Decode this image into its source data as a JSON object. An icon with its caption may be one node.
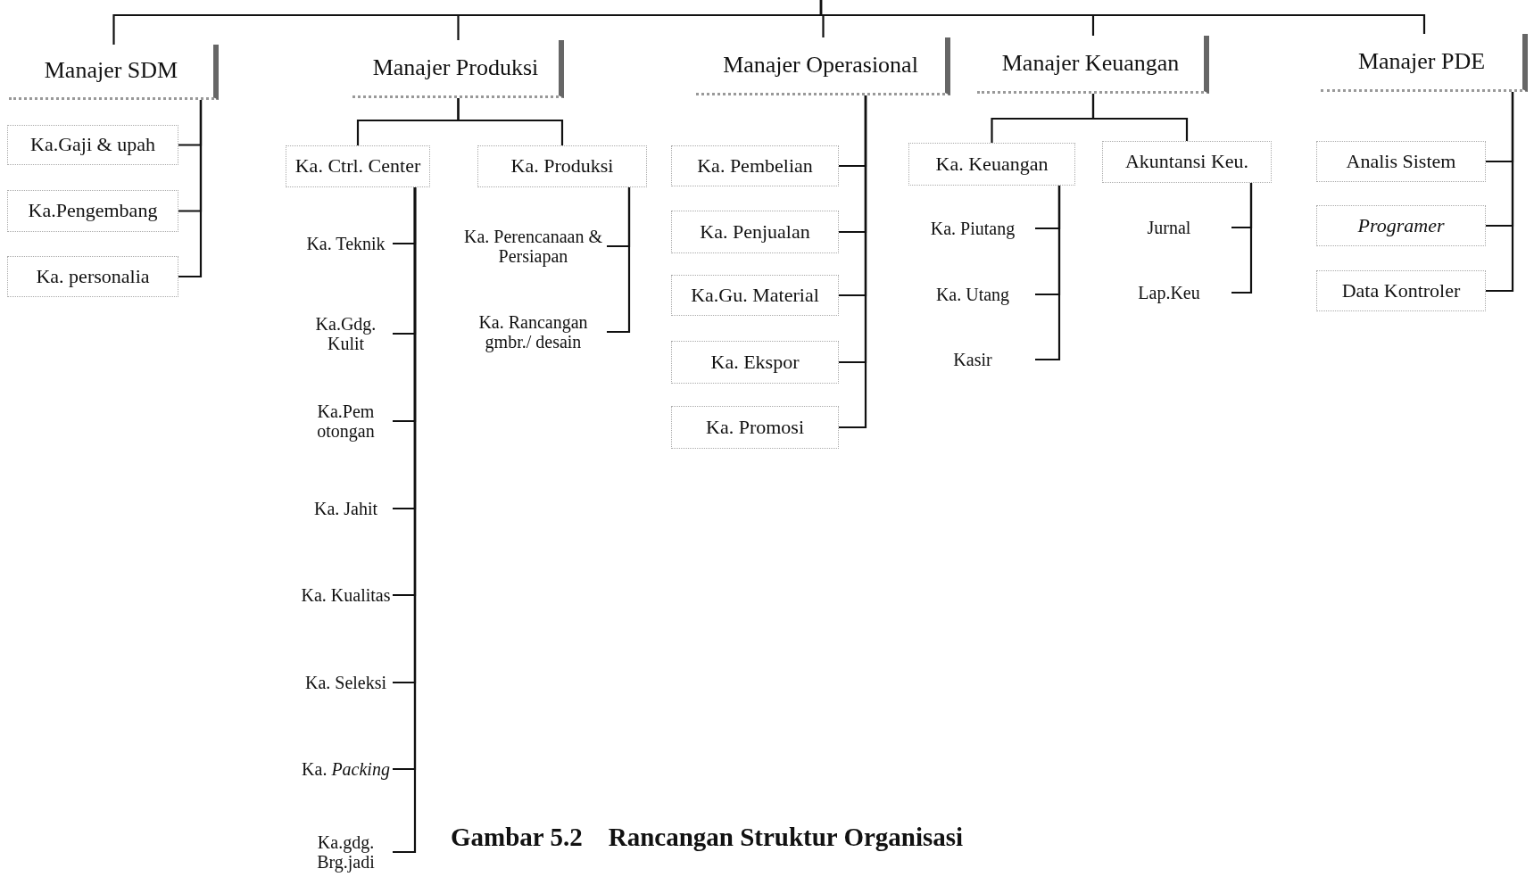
{
  "diagram": {
    "caption": "Gambar 5.2    Rancangan Struktur Organisasi",
    "nodes": [
      {
        "text": [
          "Manajer SDM"
        ]
      },
      {
        "text": [
          "Manajer Produksi"
        ]
      },
      {
        "text": [
          "Manajer Operasional"
        ]
      },
      {
        "text": [
          "Manajer Keuangan"
        ]
      },
      {
        "text": [
          "Manajer PDE"
        ]
      },
      {
        "text": [
          "Ka.Gaji & upah"
        ]
      },
      {
        "text": [
          "Ka.Pengembang"
        ]
      },
      {
        "text": [
          "Ka. personalia"
        ]
      },
      {
        "text": [
          "Ka. Ctrl. Center"
        ]
      },
      {
        "text": [
          "Ka. Produksi"
        ]
      },
      {
        "text": [
          "Ka. Teknik"
        ]
      },
      {
        "text": [
          "Ka.Gdg. Kulit"
        ]
      },
      {
        "text": [
          "Ka.Pem otongan"
        ]
      },
      {
        "text": [
          "Ka. Jahit"
        ]
      },
      {
        "text": [
          "Ka. Kualitas"
        ]
      },
      {
        "text": [
          "Ka. Seleksi"
        ]
      },
      {
        "text": [
          "Ka. *Packing*"
        ]
      },
      {
        "text": [
          "Ka.gdg. Brg.jadi"
        ]
      },
      {
        "text": [
          "Ka. Perencanaan & Persiapan"
        ]
      },
      {
        "text": [
          "Ka. Rancangan gmbr./ desain"
        ]
      },
      {
        "text": [
          "Ka. Pembelian"
        ]
      },
      {
        "text": [
          "Ka. Penjualan"
        ]
      },
      {
        "text": [
          "Ka.Gu. Material"
        ]
      },
      {
        "text": [
          "Ka. Ekspor"
        ]
      },
      {
        "text": [
          "Ka. Promosi"
        ]
      },
      {
        "text": [
          "Ka. Keuangan"
        ]
      },
      {
        "text": [
          "Akuntansi Keu."
        ]
      },
      {
        "text": [
          "Ka. Piutang"
        ]
      },
      {
        "text": [
          "Ka. Utang"
        ]
      },
      {
        "text": [
          "Kasir"
        ]
      },
      {
        "text": [
          "Jurnal"
        ]
      },
      {
        "text": [
          "Lap.Keu"
        ]
      },
      {
        "text": [
          "Analis Sistem"
        ]
      },
      {
        "text": [
          "Programer"
        ]
      },
      {
        "text": [
          "Data Kontroler"
        ]
      }
    ],
    "edges": [
      {
        "from": null,
        "to": 0,
        "arrow": "none"
      },
      {
        "from": null,
        "to": 1,
        "arrow": "none"
      },
      {
        "from": null,
        "to": 2,
        "arrow": "none"
      },
      {
        "from": null,
        "to": 3,
        "arrow": "none"
      },
      {
        "from": null,
        "to": 4,
        "arrow": "none"
      },
      {
        "from": 0,
        "to": 5,
        "arrow": "none"
      },
      {
        "from": 0,
        "to": 6,
        "arrow": "none"
      },
      {
        "from": 0,
        "to": 7,
        "arrow": "none"
      },
      {
        "from": 1,
        "to": 8,
        "arrow": "none"
      },
      {
        "from": 1,
        "to": 9,
        "arrow": "none"
      },
      {
        "from": 8,
        "to": 10,
        "arrow": "none"
      },
      {
        "from": 8,
        "to": 11,
        "arrow": "none"
      },
      {
        "from": 8,
        "to": 12,
        "arrow": "none"
      },
      {
        "from": 8,
        "to": 13,
        "arrow": "none"
      },
      {
        "from": 8,
        "to": 14,
        "arrow": "none"
      },
      {
        "from": 8,
        "to": 15,
        "arrow": "none"
      },
      {
        "from": 8,
        "to": 16,
        "arrow": "none"
      },
      {
        "from": 8,
        "to": 17,
        "arrow": "none"
      },
      {
        "from": 9,
        "to": 18,
        "arrow": "none"
      },
      {
        "from": 9,
        "to": 19,
        "arrow": "none"
      },
      {
        "from": 2,
        "to": 20,
        "arrow": "none"
      },
      {
        "from": 2,
        "to": 21,
        "arrow": "none"
      },
      {
        "from": 2,
        "to": 22,
        "arrow": "none"
      },
      {
        "from": 2,
        "to": 23,
        "arrow": "none"
      },
      {
        "from": 2,
        "to": 24,
        "arrow": "none"
      },
      {
        "from": 3,
        "to": 25,
        "arrow": "none"
      },
      {
        "from": 3,
        "to": 26,
        "arrow": "none"
      },
      {
        "from": 25,
        "to": 27,
        "arrow": "none"
      },
      {
        "from": 25,
        "to": 28,
        "arrow": "none"
      },
      {
        "from": 25,
        "to": 29,
        "arrow": "none"
      },
      {
        "from": 26,
        "to": 30,
        "arrow": "none"
      },
      {
        "from": 26,
        "to": 31,
        "arrow": "none"
      },
      {
        "from": 4,
        "to": 32,
        "arrow": "none"
      },
      {
        "from": 4,
        "to": 33,
        "arrow": "none"
      },
      {
        "from": 4,
        "to": 34,
        "arrow": "none"
      }
    ]
  }
}
